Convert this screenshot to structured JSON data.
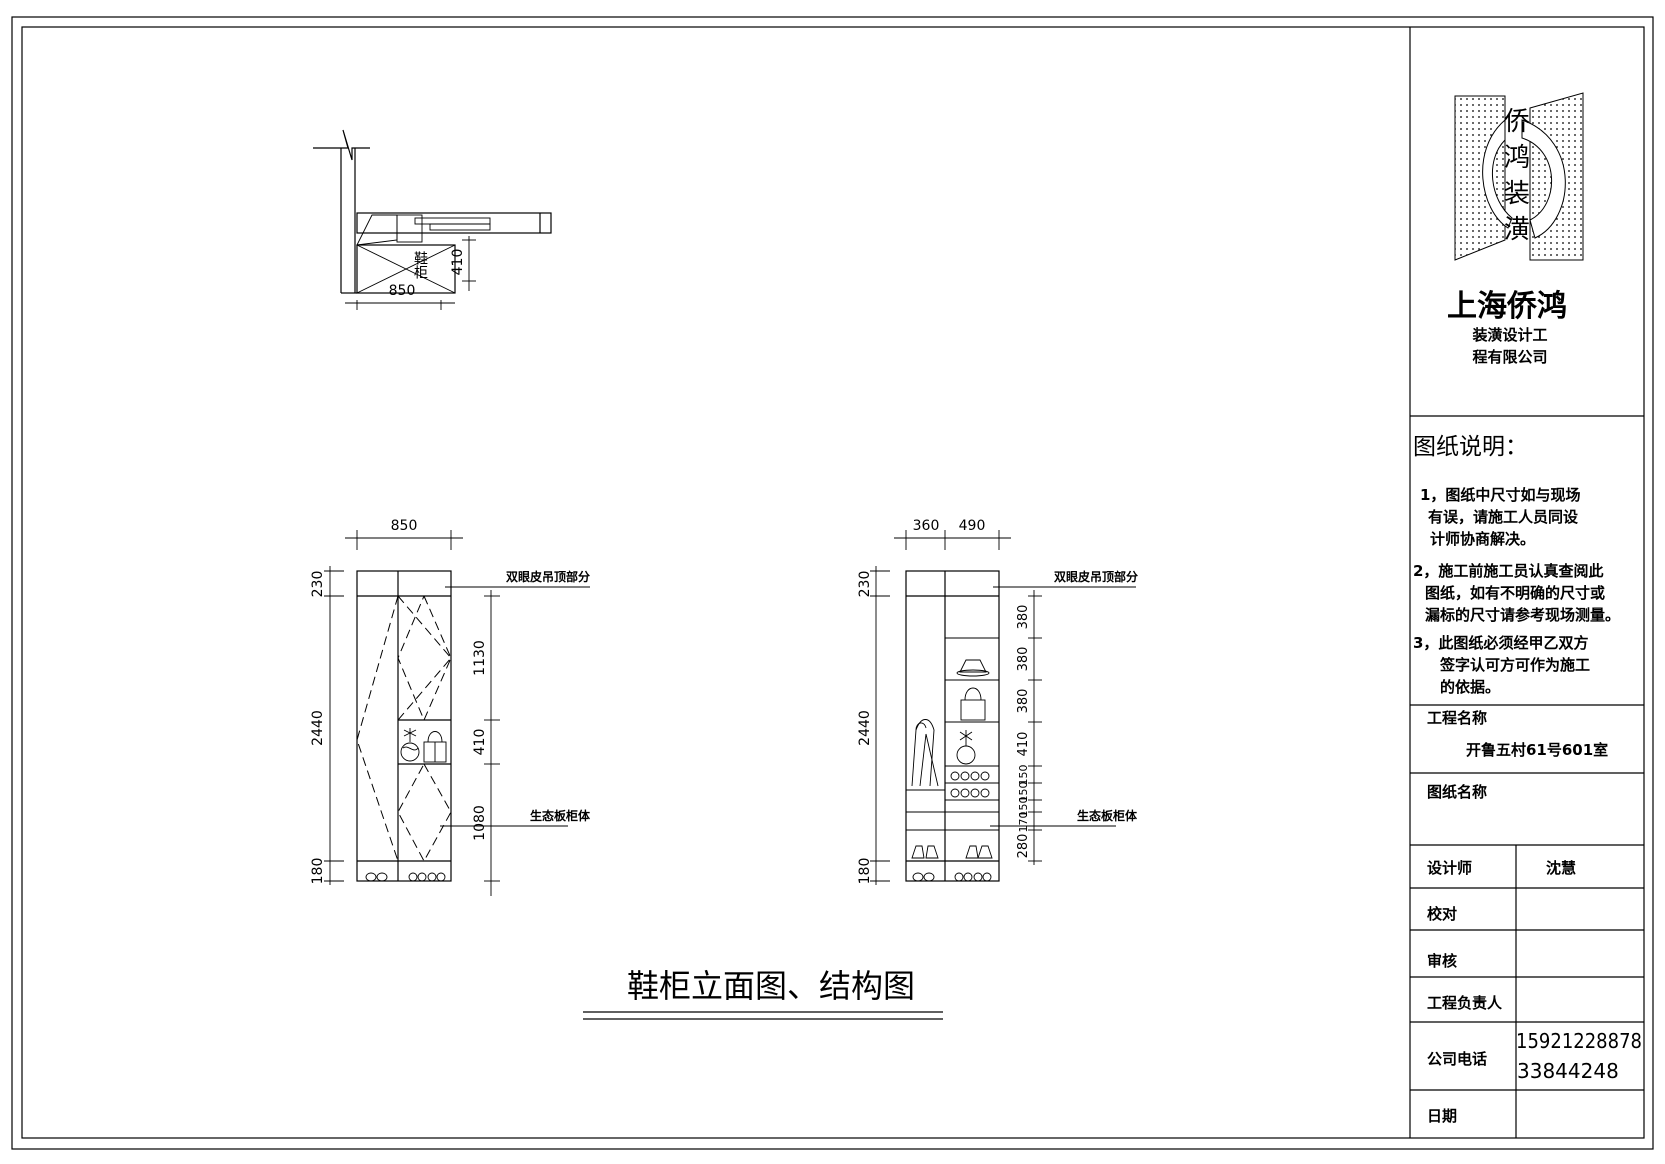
{
  "logo": {
    "chars": [
      "侨",
      "鸿",
      "装",
      "潢"
    ]
  },
  "company": {
    "name": "上海侨鸿",
    "sub1": "装潢设计工",
    "sub2": "程有限公司"
  },
  "notes": {
    "title": "图纸说明：",
    "n1": [
      "1，图纸中尺寸如与现场",
      "有误，请施工人员同设",
      "计师协商解决。"
    ],
    "n2": [
      "2，施工前施工员认真查阅此",
      "图纸，如有不明确的尺寸或",
      "漏标的尺寸请参考现场测量。"
    ],
    "n3": [
      "3，此图纸必须经甲乙双方",
      "签字认可方可作为施工",
      "的依据。"
    ]
  },
  "project": {
    "label": "工程名称",
    "value": "开鲁五村61号601室"
  },
  "drawing": {
    "label": "图纸名称",
    "value": ""
  },
  "table": {
    "designer_label": "设计师",
    "designer_value": "沈慧",
    "check_label": "校对",
    "review_label": "审核",
    "manager_label": "工程负责人",
    "phone_label": "公司电话",
    "phone1": "15921228878",
    "phone2": "33844248",
    "date_label": "日期"
  },
  "main_title": "鞋柜立面图、结构图",
  "plan": {
    "dim_width": "850",
    "dim_depth": "410",
    "label": "鞋柜"
  },
  "elev_left": {
    "dim_width": "850",
    "dims_left": [
      "230",
      "2440",
      "180"
    ],
    "dims_right": [
      "1130",
      "410",
      "1080"
    ],
    "note_top": "双眼皮吊顶部分",
    "note_body": "生态板柜体"
  },
  "elev_right": {
    "dims_top": [
      "360",
      "490"
    ],
    "dims_left": [
      "230",
      "2440",
      "180"
    ],
    "dims_right": [
      "380",
      "380",
      "380",
      "410",
      "150",
      "150",
      "150",
      "170",
      "280"
    ],
    "note_top": "双眼皮吊顶部分",
    "note_body": "生态板柜体"
  },
  "icons": [
    "hat-icon",
    "handbag-icon",
    "umbrella-icon",
    "globe-icon",
    "shoes-icon"
  ]
}
